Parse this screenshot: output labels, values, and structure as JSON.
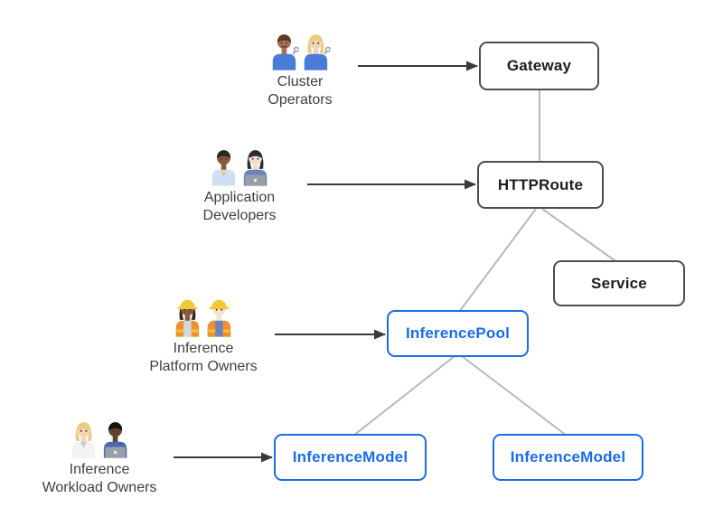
{
  "colors": {
    "background": "#ffffff",
    "core_border": "#4d4d4d",
    "core_text": "#1d1d1f",
    "accent_blue": "#1a6ce8",
    "connector_gray": "#b8b8b8",
    "arrow_dark": "#3a3a3a",
    "label_text": "#3f3f3f"
  },
  "nodes": {
    "gateway": {
      "label": "Gateway",
      "style": "core"
    },
    "httproute": {
      "label": "HTTPRoute",
      "style": "core"
    },
    "service": {
      "label": "Service",
      "style": "core"
    },
    "inferencepool": {
      "label": "InferencePool",
      "style": "inference"
    },
    "inferencemodel_1": {
      "label": "InferenceModel",
      "style": "inference"
    },
    "inferencemodel_2": {
      "label": "InferenceModel",
      "style": "inference"
    }
  },
  "actors": [
    {
      "id": "cluster-operators",
      "lines": [
        "Cluster",
        "Operators"
      ],
      "points_to": "gateway",
      "emoji_names": [
        "man-mechanic-emoji",
        "woman-mechanic-emoji"
      ],
      "people": [
        {
          "skin": "#ad7057",
          "hair": "#5a3b25",
          "shirt": "#4a7bd9",
          "wrench": true,
          "mustache": true
        },
        {
          "skin": "#f3d3b5",
          "hair": "#e9cd7a",
          "shirt": "#4a7bd9",
          "wrench": true,
          "long": true
        }
      ]
    },
    {
      "id": "application-developers",
      "lines": [
        "Application",
        "Developers"
      ],
      "points_to": "httproute",
      "emoji_names": [
        "man-office-worker-emoji",
        "woman-technologist-emoji"
      ],
      "people": [
        {
          "skin": "#8b5a3c",
          "hair": "#2e2621",
          "shirt": "#cfe0f4",
          "tie": "#eec644"
        },
        {
          "skin": "#f6ddcd",
          "hair": "#2c2c34",
          "shirt": "#6b83bd",
          "laptop": true,
          "long": true
        }
      ]
    },
    {
      "id": "inference-platform-owners",
      "lines": [
        "Inference",
        "Platform Owners"
      ],
      "points_to": "inferencepool",
      "emoji_names": [
        "woman-construction-worker-emoji",
        "man-construction-worker-emoji"
      ],
      "people": [
        {
          "skin": "#8b5a3c",
          "hair": "#33281f",
          "shirt": "#cfd8e4",
          "hat": "#f3c73a",
          "vest": "#f2902f",
          "long": true
        },
        {
          "skin": "#f8e3d1",
          "hair": "#caa05a",
          "shirt": "#6b83bd",
          "hat": "#f3c73a",
          "vest": "#f2902f"
        }
      ]
    },
    {
      "id": "inference-workload-owners",
      "lines": [
        "Inference",
        "Workload Owners"
      ],
      "points_to": "inferencemodel_1",
      "emoji_names": [
        "person-emoji",
        "man-technologist-emoji"
      ],
      "people": [
        {
          "skin": "#f3d3b5",
          "hair": "#e9cd7a",
          "shirt": "#eceff2",
          "coat": true,
          "long": true
        },
        {
          "skin": "#5f4332",
          "hair": "#171310",
          "shirt": "#4a66b0",
          "laptop": true
        }
      ]
    }
  ],
  "edges": [
    {
      "from": "gateway",
      "to": "httproute"
    },
    {
      "from": "httproute",
      "to": "service"
    },
    {
      "from": "httproute",
      "to": "inferencepool"
    },
    {
      "from": "inferencepool",
      "to": "inferencemodel_1"
    },
    {
      "from": "inferencepool",
      "to": "inferencemodel_2"
    }
  ]
}
